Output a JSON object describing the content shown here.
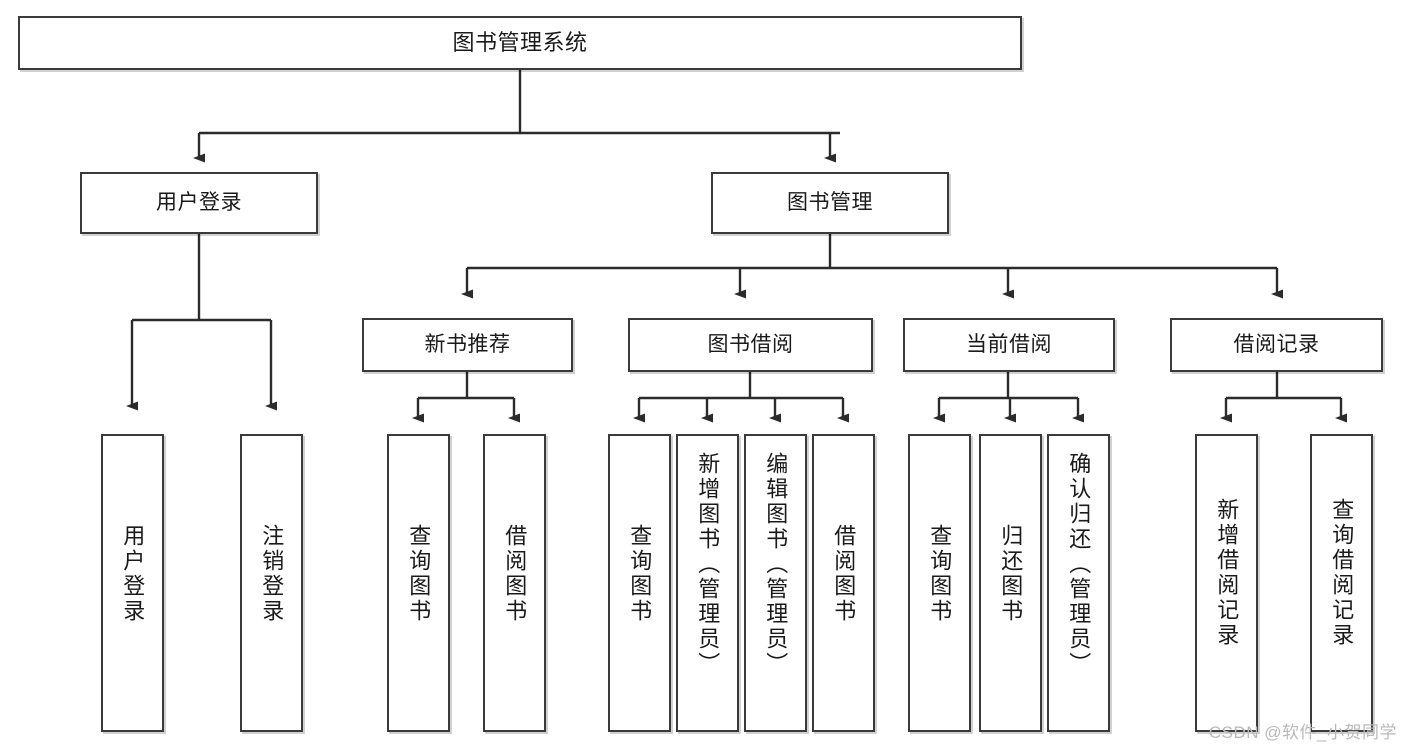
{
  "diagram": {
    "type": "tree-hierarchy-chart",
    "title": "图书管理系统",
    "watermark": "CSDN @软件_小贺同学",
    "style": {
      "background": "#ffffff",
      "box_border": "#3a3a3a",
      "connector": "#2b2b2b",
      "text": "#1a1a1a",
      "watermark_color": "#b9b9b9"
    },
    "levels": {
      "root": {
        "label": "图书管理系统"
      },
      "level2": [
        {
          "id": "user-login",
          "label": "用户登录"
        },
        {
          "id": "book-management",
          "label": "图书管理"
        }
      ],
      "level3": [
        {
          "id": "new-book-recommend",
          "label": "新书推荐"
        },
        {
          "id": "book-borrow",
          "label": "图书借阅"
        },
        {
          "id": "current-borrow",
          "label": "当前借阅"
        },
        {
          "id": "borrow-record",
          "label": "借阅记录"
        }
      ],
      "leaves": [
        {
          "id": "leaf-user-login",
          "label": "用户登录",
          "parent": "user-login"
        },
        {
          "id": "leaf-logout-login",
          "label": "注销登录",
          "parent": "user-login"
        },
        {
          "id": "leaf-query-book-1",
          "label": "查询图书",
          "parent": "new-book-recommend"
        },
        {
          "id": "leaf-borrow-book-1",
          "label": "借阅图书",
          "parent": "new-book-recommend"
        },
        {
          "id": "leaf-query-book-2",
          "label": "查询图书",
          "parent": "book-borrow"
        },
        {
          "id": "leaf-add-book",
          "label": "新增图书（管理员）",
          "parent": "book-borrow"
        },
        {
          "id": "leaf-edit-book",
          "label": "编辑图书（管理员）",
          "parent": "book-borrow"
        },
        {
          "id": "leaf-borrow-book-2",
          "label": "借阅图书",
          "parent": "book-borrow"
        },
        {
          "id": "leaf-query-book-3",
          "label": "查询图书",
          "parent": "current-borrow"
        },
        {
          "id": "leaf-return-book",
          "label": "归还图书",
          "parent": "current-borrow"
        },
        {
          "id": "leaf-confirm-return",
          "label": "确认归还（管理员）",
          "parent": "current-borrow"
        },
        {
          "id": "leaf-add-record",
          "label": "新增借阅记录",
          "parent": "borrow-record"
        },
        {
          "id": "leaf-query-record",
          "label": "查询借阅记录",
          "parent": "borrow-record"
        }
      ]
    }
  }
}
